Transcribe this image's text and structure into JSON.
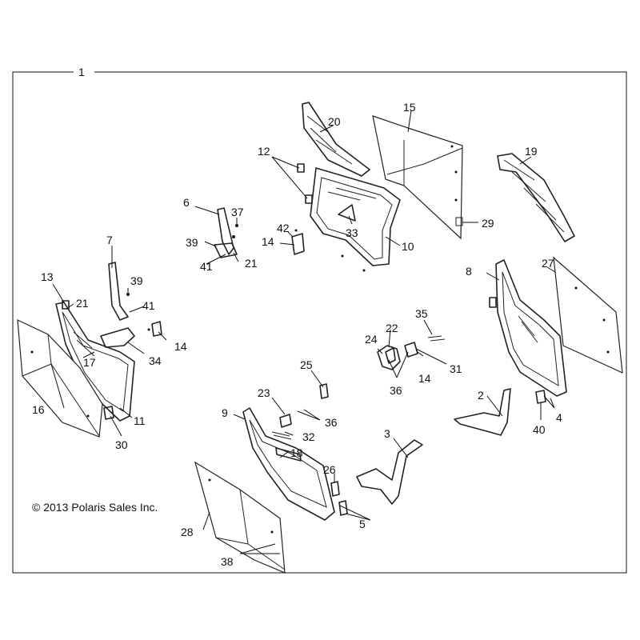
{
  "assembly_label": "1",
  "copyright": "© 2013 Polaris Sales Inc.",
  "callouts": [
    "1",
    "2",
    "3",
    "4",
    "5",
    "6",
    "7",
    "8",
    "9",
    "10",
    "11",
    "12",
    "13",
    "14",
    "15",
    "16",
    "17",
    "18",
    "19",
    "20",
    "21",
    "22",
    "23",
    "24",
    "25",
    "26",
    "27",
    "28",
    "29",
    "30",
    "31",
    "32",
    "33",
    "34",
    "35",
    "36",
    "37",
    "38",
    "39",
    "40",
    "41",
    "42"
  ],
  "labels": [
    {
      "id": "l2",
      "text": "2"
    },
    {
      "id": "l3",
      "text": "3"
    },
    {
      "id": "l4",
      "text": "4"
    },
    {
      "id": "l5",
      "text": "5"
    },
    {
      "id": "l6",
      "text": "6"
    },
    {
      "id": "l7",
      "text": "7"
    },
    {
      "id": "l8",
      "text": "8"
    },
    {
      "id": "l9",
      "text": "9"
    },
    {
      "id": "l10",
      "text": "10"
    },
    {
      "id": "l11",
      "text": "11"
    },
    {
      "id": "l12",
      "text": "12"
    },
    {
      "id": "l13",
      "text": "13"
    },
    {
      "id": "l14a",
      "text": "14"
    },
    {
      "id": "l14b",
      "text": "14"
    },
    {
      "id": "l14c",
      "text": "14"
    },
    {
      "id": "l15",
      "text": "15"
    },
    {
      "id": "l16",
      "text": "16"
    },
    {
      "id": "l17",
      "text": "17"
    },
    {
      "id": "l18",
      "text": "18"
    },
    {
      "id": "l19",
      "text": "19"
    },
    {
      "id": "l20",
      "text": "20"
    },
    {
      "id": "l21a",
      "text": "21"
    },
    {
      "id": "l21b",
      "text": "21"
    },
    {
      "id": "l22",
      "text": "22"
    },
    {
      "id": "l23",
      "text": "23"
    },
    {
      "id": "l24",
      "text": "24"
    },
    {
      "id": "l25",
      "text": "25"
    },
    {
      "id": "l26",
      "text": "26"
    },
    {
      "id": "l27",
      "text": "27"
    },
    {
      "id": "l28",
      "text": "28"
    },
    {
      "id": "l29",
      "text": "29"
    },
    {
      "id": "l30",
      "text": "30"
    },
    {
      "id": "l31",
      "text": "31"
    },
    {
      "id": "l32",
      "text": "32"
    },
    {
      "id": "l33",
      "text": "33"
    },
    {
      "id": "l34",
      "text": "34"
    },
    {
      "id": "l35",
      "text": "35"
    },
    {
      "id": "l36a",
      "text": "36"
    },
    {
      "id": "l36b",
      "text": "36"
    },
    {
      "id": "l37",
      "text": "37"
    },
    {
      "id": "l38",
      "text": "38"
    },
    {
      "id": "l39a",
      "text": "39"
    },
    {
      "id": "l39b",
      "text": "39"
    },
    {
      "id": "l40",
      "text": "40"
    },
    {
      "id": "l41a",
      "text": "41"
    },
    {
      "id": "l41b",
      "text": "41"
    },
    {
      "id": "l42",
      "text": "42"
    }
  ]
}
